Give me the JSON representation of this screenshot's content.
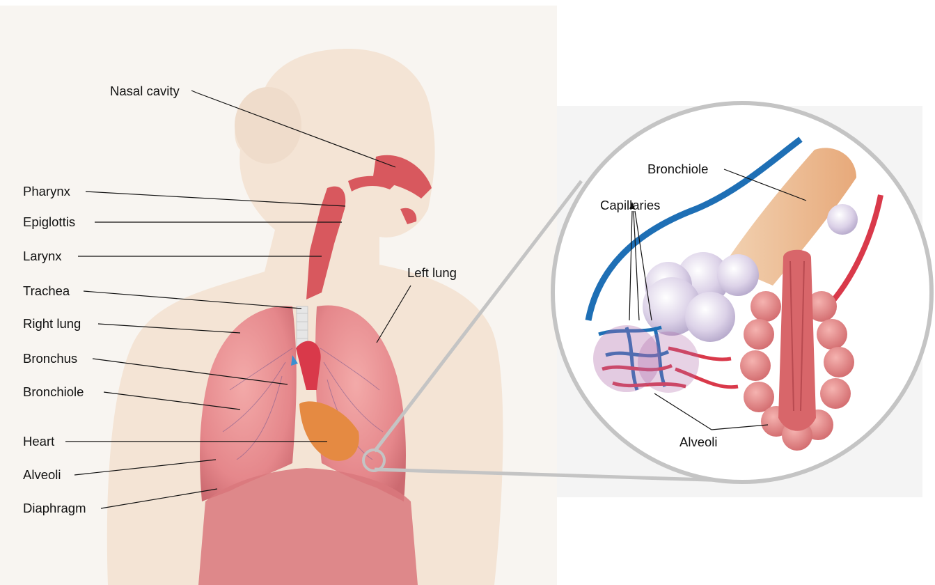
{
  "labels": {
    "nasal_cavity": "Nasal cavity",
    "pharynx": "Pharynx",
    "epiglottis": "Epiglottis",
    "larynx": "Larynx",
    "trachea": "Trachea",
    "right_lung": "Right lung",
    "bronchus": "Bronchus",
    "bronchiole": "Bronchiole",
    "heart": "Heart",
    "alveoli": "Alveoli",
    "diaphragm": "Diaphragm",
    "left_lung": "Left lung"
  },
  "inset": {
    "bronchiole": "Bronchiole",
    "capillaries": "Capillaries",
    "alveoli": "Alveoli"
  },
  "colors": {
    "skin": "#f6e6d6",
    "lung": "#e98a8f",
    "airway": "#d8585e",
    "heart": "#e58a42",
    "vein": "#1e6fb5",
    "artery": "#d9394a",
    "alveolus": "#dcd2e8",
    "inset_ring": "#c4c4c4"
  }
}
